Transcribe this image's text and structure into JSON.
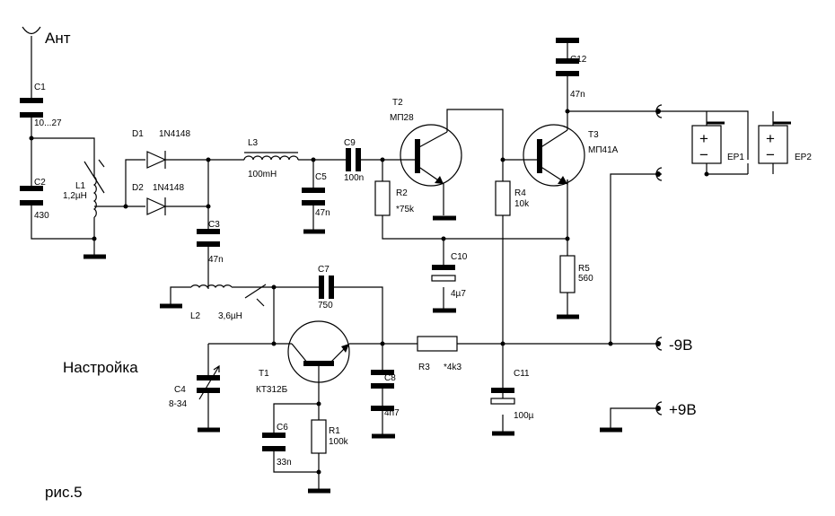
{
  "labels": {
    "antenna": "Ант",
    "c1": "C1",
    "c1_val": "10...27",
    "c2": "C2",
    "c2_val": "430",
    "l1": "L1",
    "l1_val": "1,2µH",
    "d1": "D1",
    "d1_val": "1N4148",
    "d2": "D2",
    "d2_val": "1N4148",
    "l3": "L3",
    "l3_val": "100mH",
    "c5": "C5",
    "c5_val": "47n",
    "c9": "C9",
    "c9_val": "100n",
    "c3": "C3",
    "c3_val": "47n",
    "l2": "L2",
    "l2_val": "3,6µH",
    "c7": "C7",
    "c7_val": "750",
    "t2": "T2",
    "t2_val": "МП28",
    "r2": "R2",
    "r2_val": "*75k",
    "c10": "C10",
    "c10_val": "4µ7",
    "r4": "R4",
    "r4_val": "10k",
    "t3": "T3",
    "t3_val": "МП41А",
    "c12": "C12",
    "c12_val": "47n",
    "r5": "R5",
    "r5_val": "560",
    "ep1": "EP1",
    "ep2": "EP2",
    "plus": "+",
    "minus": "−",
    "minus9": "-9B",
    "plus9": "+9B",
    "tuning": "Настройка",
    "c4": "C4",
    "c4_val": "8-34",
    "t1": "T1",
    "t1_val": "КТ312Б",
    "c8": "C8",
    "c8_val": "4n7",
    "r3": "R3",
    "r3_val": "*4k3",
    "c11": "C11",
    "c11_val": "100µ",
    "c6": "C6",
    "c6_val": "33n",
    "r1": "R1",
    "r1_val": "100k",
    "figure": "рис.5"
  }
}
